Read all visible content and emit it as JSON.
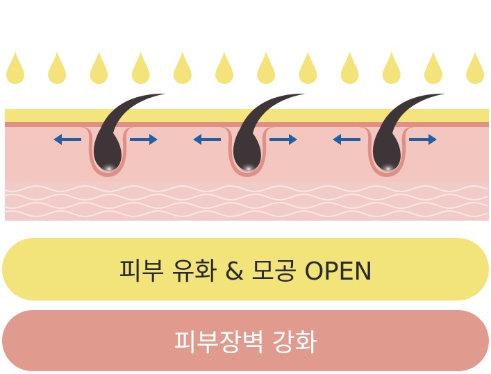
{
  "labels": {
    "top": "피부 유화 & 모공 OPEN",
    "bottom": "피부장벽 강화"
  },
  "colors": {
    "oil_drop": "#f3e37a",
    "oil_layer": "#f3e47e",
    "stratum_line": "#df8f86",
    "skin": "#f3c7bf",
    "dermis": "#f1cbc8",
    "wave": "#fbe6e4",
    "hair": "#3d3537",
    "arrow": "#1f5fa3",
    "pill_top": "#f2e47a",
    "pill_bottom": "#e09a8e"
  },
  "icons": {
    "drop": "oil-drop-icon",
    "arrow": "arrow-icon",
    "hair": "hair-follicle"
  },
  "diagram": {
    "drop_count": 12,
    "follicle_count": 3
  }
}
